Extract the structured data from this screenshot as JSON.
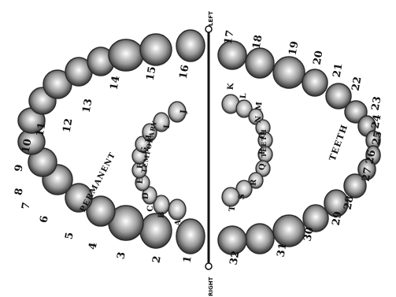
{
  "labels": {
    "left": "LEFT",
    "right": "RIGHT",
    "permanent": "PERMANENT",
    "temporary_upper": "TEMPORARY",
    "temporary_lower": "TEETH",
    "teeth_outer": "TEETH"
  },
  "permanent_numbers": [
    "1",
    "2",
    "3",
    "4",
    "5",
    "6",
    "7",
    "8",
    "9",
    "10",
    "11",
    "12",
    "13",
    "14",
    "15",
    "16",
    "17",
    "18",
    "19",
    "20",
    "21",
    "22",
    "23",
    "24",
    "25",
    "26",
    "27",
    "28",
    "29",
    "30",
    "31",
    "32"
  ],
  "temporary_letters": [
    "A",
    "B",
    "C",
    "D",
    "E",
    "F",
    "G",
    "H",
    "I",
    "J",
    "K",
    "L",
    "M",
    "N",
    "O",
    "P",
    "Q",
    "R",
    "S",
    "T"
  ],
  "colors": {
    "ink": "#111111",
    "tooth": "#2a2a2a",
    "paper": "#ffffff"
  }
}
